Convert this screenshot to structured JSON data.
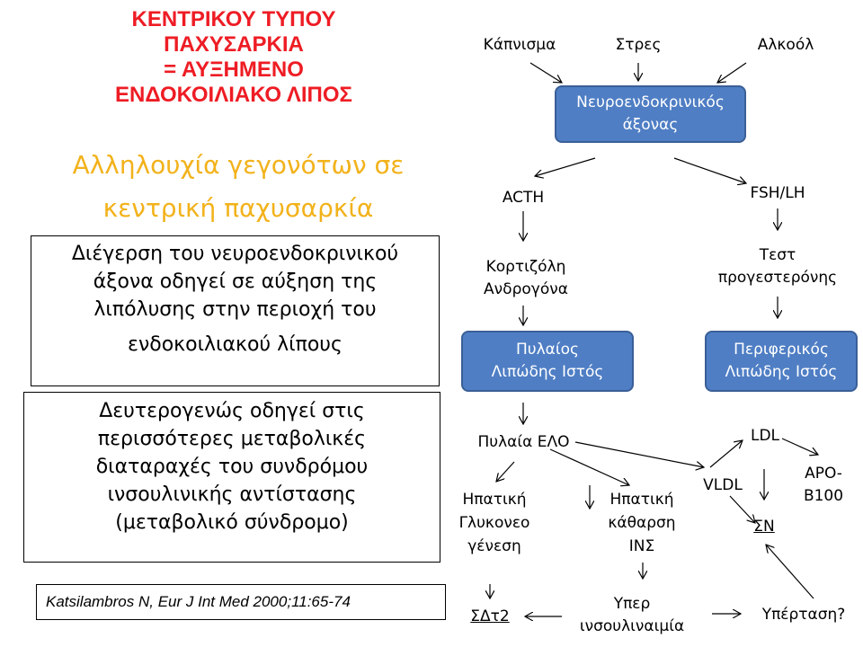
{
  "title_lines": [
    "ΚΕΝΤΡΙΚΟΥ ΤΥΠΟΥ",
    "ΠΑΧΥΣΑΡΚΙΑ",
    "= ΑΥΞΗΜΕΝΟ",
    "ΕΝΔΟΚΟΙΛΙΑΚΟ ΛΙΠΟΣ"
  ],
  "subtitle_lines": [
    "Αλληλουχία γεγονότων σε",
    "κεντρική παχυσαρκία"
  ],
  "box1_lines": [
    "Διέγερση του νευροενδοκρινικού",
    "άξονα οδηγεί σε αύξηση της",
    "λιπόλυσης στην περιοχή του",
    "ενδοκοιλιακού λίπους"
  ],
  "box2_lines": [
    "Δευτερογενώς οδηγεί στις",
    "περισσότερες μεταβολικές",
    "διαταραχές του συνδρόμου",
    "ινσουλινικής αντίστασης",
    "(μεταβολικό σύνδρομο)"
  ],
  "reference": "Katsilambros N, Eur J Int Med 2000;11:65-74",
  "colors": {
    "title": "#ee1c24",
    "subtitle": "#f2b21b",
    "node_fill": "#4f7ec4"
  },
  "nodes": {
    "smoking": "Κάπνισμα",
    "stress": "Στρες",
    "alcohol": "Αλκοόλ",
    "axis": [
      "Νευροενδοκρινικός",
      "άξονας"
    ],
    "acth": "ACTH",
    "fsh_lh": "FSH/LH",
    "cortisol": [
      "Κορτιζόλη",
      "Ανδρογόνα"
    ],
    "progesterone": [
      "Τεστ",
      "προγεστερόνης"
    ],
    "pelvic_fat": [
      "Πυλαίος",
      "Λιπώδης Ιστός"
    ],
    "peripheral_fat": [
      "Περιφερικός",
      "Λιπώδης Ιστός"
    ],
    "portal_ffa": "Πυλαία ΕΛΟ",
    "ldl": "LDL",
    "apo": [
      "APO-",
      "B100"
    ],
    "vldl": "VLDL",
    "sn": "ΣΝ",
    "gluconeo": [
      "Ηπατική",
      "Γλυκονεο",
      "γένεση"
    ],
    "clearance": [
      "Ηπατική",
      "κάθαρση",
      "ΙΝΣ"
    ],
    "hyperins": [
      "Υπερ",
      "ινσουλιναιμία"
    ],
    "dm2": "ΣΔτ2",
    "hypertension": "Υπέρταση?"
  }
}
